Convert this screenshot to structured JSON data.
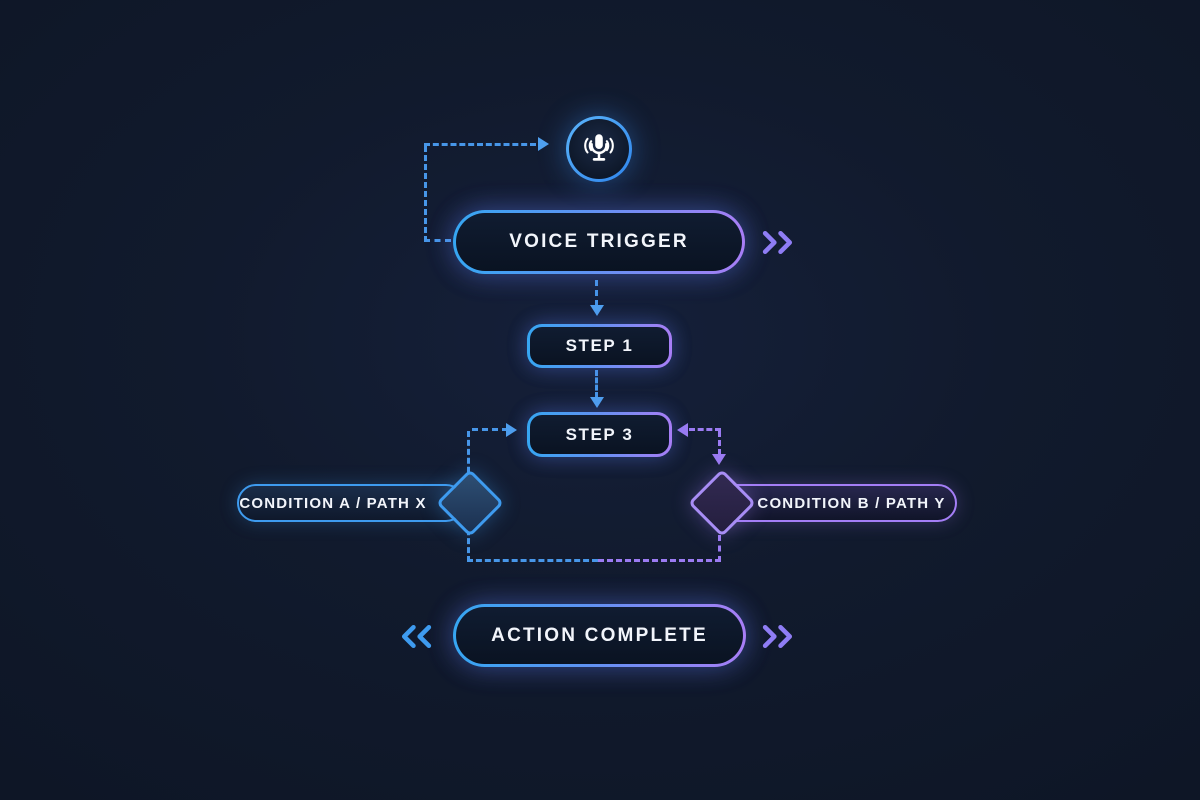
{
  "diagram": {
    "nodes": {
      "mic": {
        "icon": "microphone-icon"
      },
      "voice_trigger": {
        "label": "VOICE TRIGGER"
      },
      "step_1": {
        "label": "STEP 1"
      },
      "step_3": {
        "label": "STEP 3"
      },
      "condition_a": {
        "label": "CONDITION A / PATH X"
      },
      "condition_b": {
        "label": "CONDITION B / PATH Y"
      },
      "action_complete": {
        "label": "ACTION COMPLETE"
      }
    },
    "decorations": {
      "trigger_right": "double-chevron-right",
      "action_left": "double-chevron-left",
      "action_right": "double-chevron-right"
    },
    "colors": {
      "background": "#111A2D",
      "blue": "#3E9BEF",
      "purple": "#A47EF6",
      "dash_blue": "#4796E8",
      "dash_purple": "#9B7BF2",
      "text": "#F2F5FB"
    }
  }
}
